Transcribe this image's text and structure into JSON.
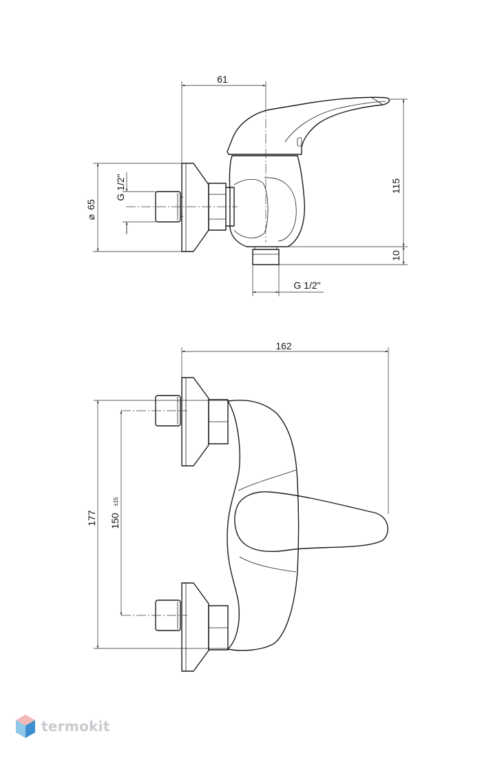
{
  "side_view": {
    "dim_top": "61",
    "dim_height": "115",
    "dim_bottom": "10",
    "dim_diameter": "65",
    "thread_left": "G 1/2\"",
    "thread_bottom": "G 1/2\""
  },
  "front_view": {
    "dim_width": "162",
    "dim_height": "177",
    "dim_spacing": "150",
    "dim_spacing_tol": "±15"
  },
  "logo": {
    "text": "termokit",
    "colors": {
      "top": "#f2b8b6",
      "left": "#8fc7e8",
      "right": "#3d8fd1"
    }
  }
}
